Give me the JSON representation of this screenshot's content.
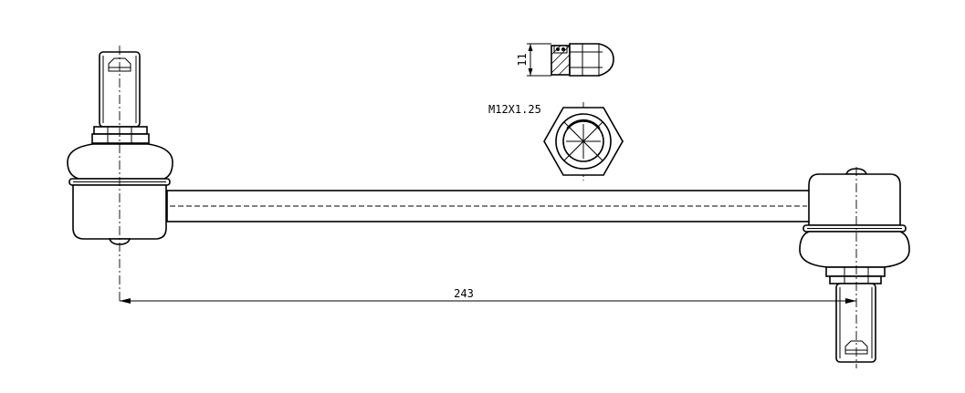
{
  "drawing": {
    "dimension_length": "243",
    "thread_spec": "M12X1.25",
    "nut_height": "11"
  },
  "colors": {
    "line": "#000000",
    "background": "#ffffff"
  }
}
